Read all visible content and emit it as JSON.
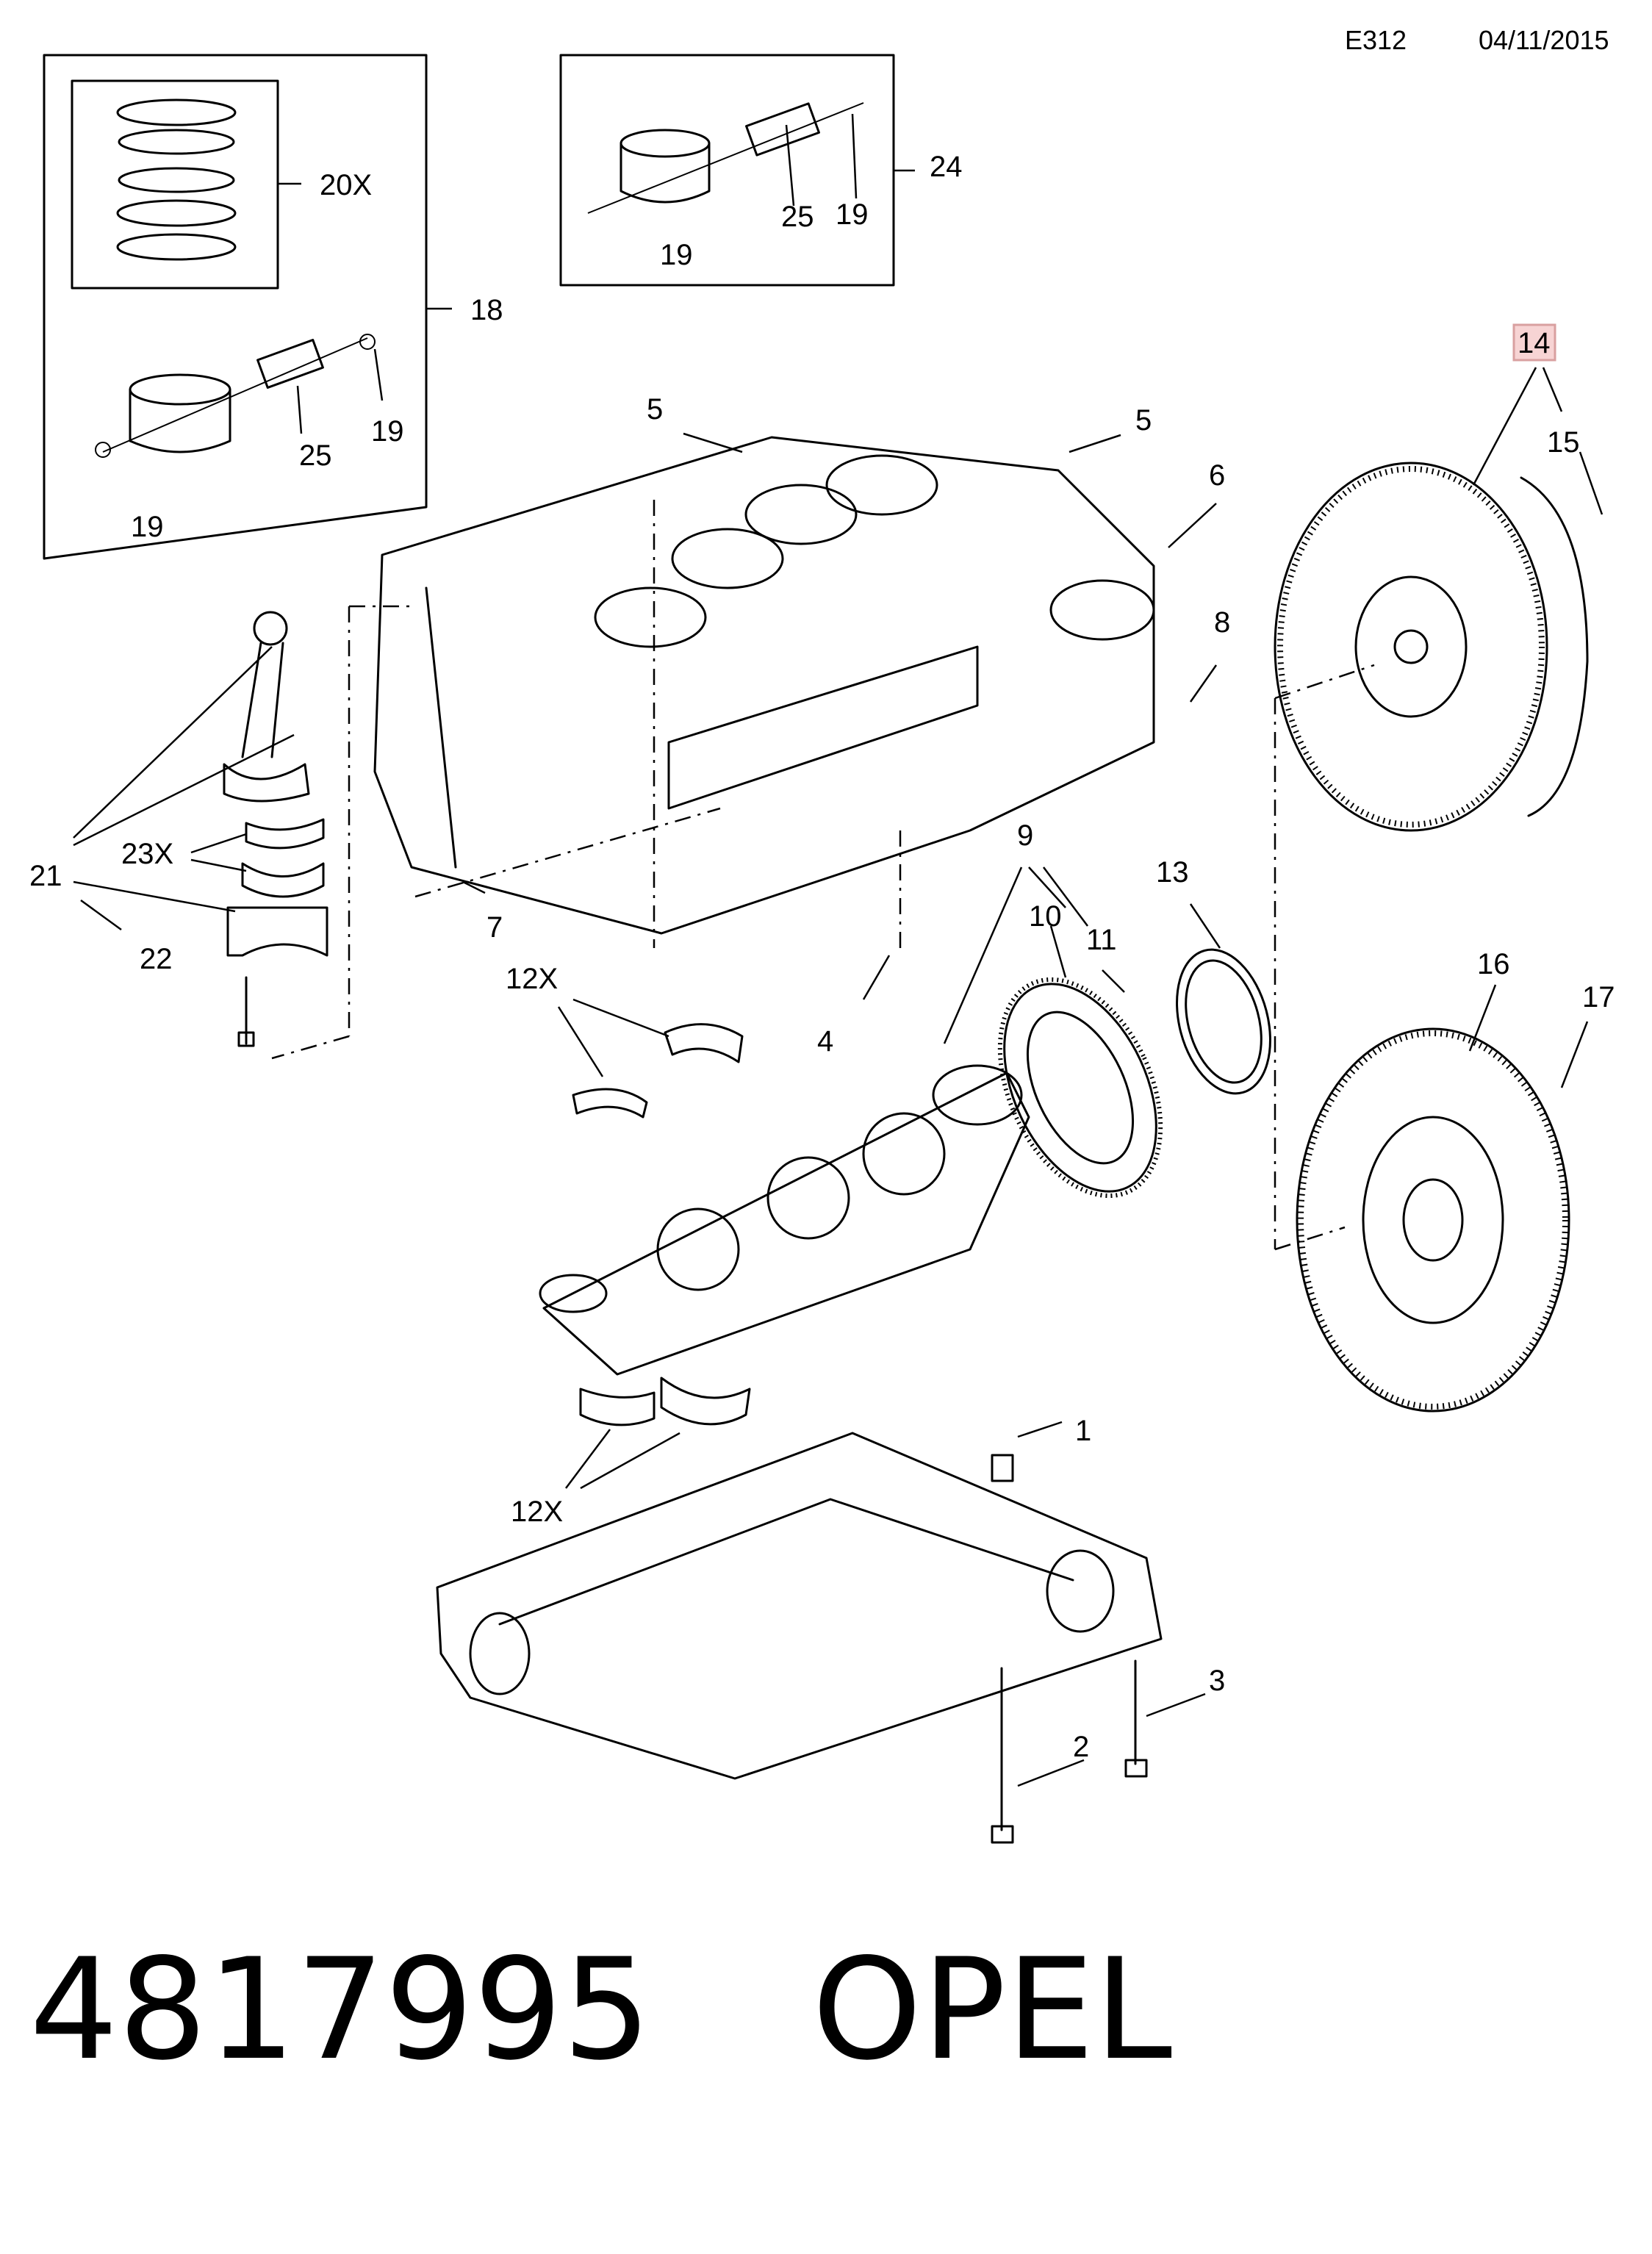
{
  "header": {
    "code": "E312",
    "date": "04/11/2015"
  },
  "callouts": {
    "c1": "1",
    "c2": "2",
    "c3": "3",
    "c4": "4",
    "c5a": "5",
    "c5b": "5",
    "c6": "6",
    "c7": "7",
    "c8": "8",
    "c9": "9",
    "c10": "10",
    "c11": "11",
    "c12a": "12X",
    "c12b": "12X",
    "c13": "13",
    "c14": "14",
    "c15": "15",
    "c16": "16",
    "c17": "17",
    "c18": "18",
    "c19a": "19",
    "c19b": "19",
    "c19c": "19",
    "c19d": "19",
    "c20": "20X",
    "c21": "21",
    "c22": "22",
    "c23": "23X",
    "c24": "24",
    "c25a": "25",
    "c25b": "25"
  },
  "footer": {
    "part_number": "4817995",
    "brand": "OPEL"
  },
  "highlight_color": "#f7d4d4"
}
